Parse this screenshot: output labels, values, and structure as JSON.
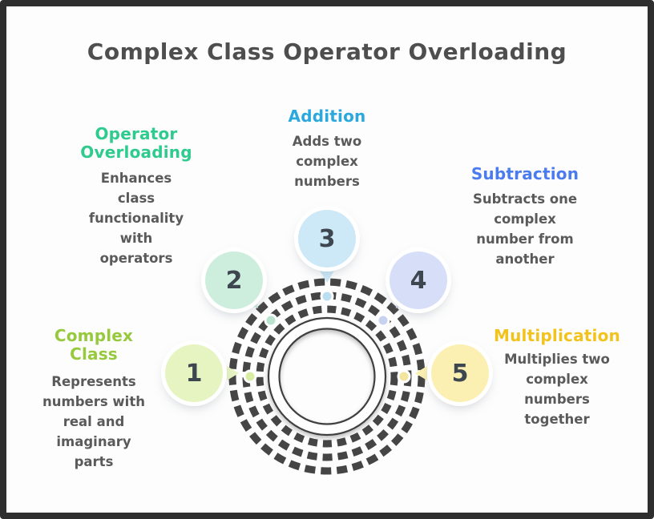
{
  "title": "Complex Class Operator Overloading",
  "colors": {
    "title_text": "#4e4e4e",
    "body_text": "#5a5a5a",
    "number_text": "#3e4750",
    "ring_gray": "#3a3a3a",
    "donut_white": "#ffffff"
  },
  "sections": [
    {
      "number": "1",
      "heading_lines": [
        "Complex",
        "Class"
      ],
      "heading_color": "#97C93D",
      "bubble_fill": "#E6F4C2",
      "accent": "#D9ECA4",
      "body_lines": [
        "Represents",
        "numbers with",
        "real and",
        "imaginary",
        "parts"
      ]
    },
    {
      "number": "2",
      "heading_lines": [
        "Operator",
        "Overloading"
      ],
      "heading_color": "#2FCB8E",
      "bubble_fill": "#CDEEDD",
      "accent": "#B8E4CE",
      "body_lines": [
        "Enhances",
        "class",
        "functionality",
        "with",
        "operators"
      ]
    },
    {
      "number": "3",
      "heading_lines": [
        "Addition"
      ],
      "heading_color": "#2BA9DF",
      "bubble_fill": "#CDE9F8",
      "accent": "#BBDFF2",
      "body_lines": [
        "Adds two",
        "complex",
        "numbers"
      ]
    },
    {
      "number": "4",
      "heading_lines": [
        "Subtraction"
      ],
      "heading_color": "#4A7CF0",
      "bubble_fill": "#D6DEF8",
      "accent": "#C6D2F0",
      "body_lines": [
        "Subtracts one",
        "complex",
        "number from",
        "another"
      ]
    },
    {
      "number": "5",
      "heading_lines": [
        "Multiplication"
      ],
      "heading_color": "#F2C21D",
      "bubble_fill": "#FBF0B2",
      "accent": "#F3E49E",
      "body_lines": [
        "Multiplies two",
        "complex",
        "numbers",
        "together"
      ]
    }
  ]
}
